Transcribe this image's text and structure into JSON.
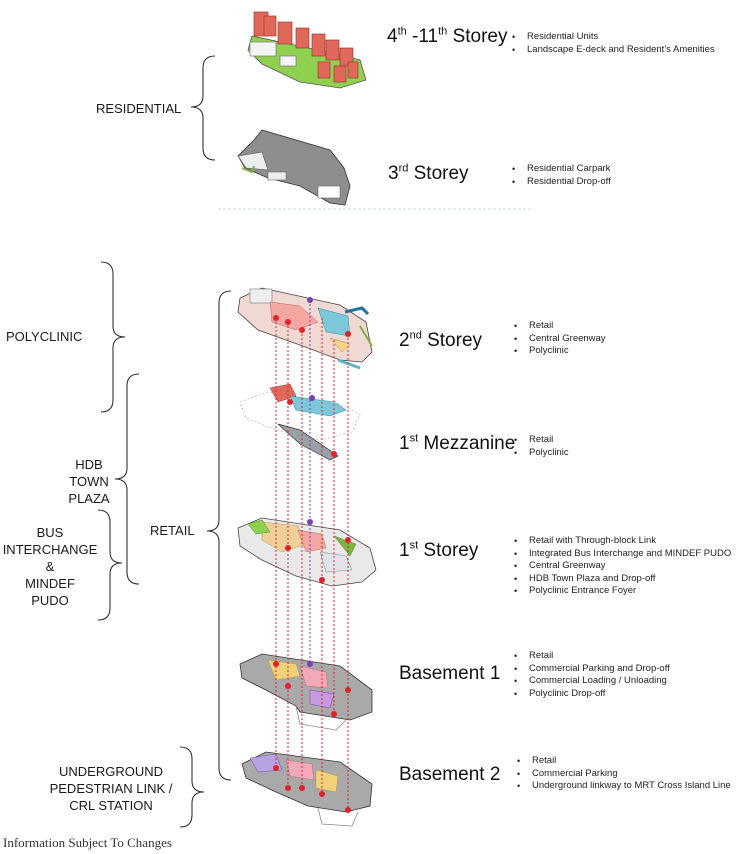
{
  "colors": {
    "residential_block": "#e0685a",
    "greenery": "#8fd14f",
    "slab_grey": "#8e8e8e",
    "connector_red": "#e0222a",
    "connector_purple": "#7a3fb0",
    "teal": "#5fb3c7"
  },
  "zones": {
    "residential": "RESIDENTIAL",
    "polyclinic": "POLYCLINIC",
    "hdb_line1": "HDB",
    "hdb_line2": "TOWN",
    "hdb_line3": "PLAZA",
    "bus_line1": "BUS",
    "bus_line2": "INTERCHANGE",
    "bus_line3": "&",
    "bus_line4": "MINDEF",
    "bus_line5": "PUDO",
    "retail": "RETAIL",
    "underground_line1": "UNDERGROUND",
    "underground_line2": "PEDESTRIAN LINK /",
    "underground_line3": "CRL STATION"
  },
  "floors": {
    "f4_11": {
      "num1": "4",
      "sup1": "th",
      "mid": " -11",
      "sup2": "th",
      "word": " Storey",
      "items": [
        "Residential Units",
        "Landscape E-deck and Resident's Amenities"
      ]
    },
    "f3": {
      "num": "3",
      "sup": "rd",
      "word": " Storey",
      "items": [
        "Residential Carpark",
        "Residential Drop-off"
      ]
    },
    "f2": {
      "num": "2",
      "sup": "nd",
      "word": " Storey",
      "items": [
        "Retail",
        "Central Greenway",
        "Polyclinic"
      ]
    },
    "m1": {
      "num": "1",
      "sup": "st",
      "word": " Mezzanine",
      "items": [
        "Retail",
        "Polyclinic"
      ]
    },
    "f1": {
      "num": "1",
      "sup": "st",
      "word": " Storey",
      "items": [
        "Retail with Through-block Link",
        "Integrated Bus Interchange and MINDEF PUDO",
        "Central Greenway",
        "HDB Town Plaza and Drop-off",
        "Polyclinic Entrance Foyer"
      ]
    },
    "b1": {
      "title": "Basement 1",
      "items": [
        "Retail",
        "Commercial Parking and Drop-off",
        "Commercial Loading / Unloading",
        "Polyclinic Drop-off"
      ]
    },
    "b2": {
      "title": "Basement 2",
      "items": [
        "Retail",
        "Commercial Parking",
        "Underground linkway to MRT Cross Island Line"
      ]
    }
  },
  "footer": "Information Subject To Changes"
}
